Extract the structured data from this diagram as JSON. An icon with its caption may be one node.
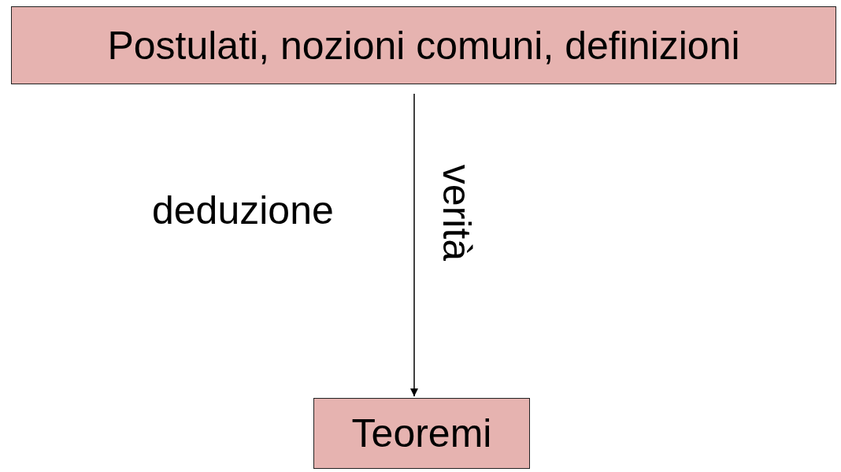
{
  "diagram": {
    "nodes": [
      {
        "text": [
          "Postulati, nozioni comuni, definizioni"
        ]
      },
      {
        "text": [
          "Teoremi"
        ]
      }
    ],
    "edges": [
      {
        "from": 0,
        "to": 1,
        "arrow": "to",
        "label": "deduzione"
      }
    ],
    "labels": [
      "verità"
    ]
  }
}
